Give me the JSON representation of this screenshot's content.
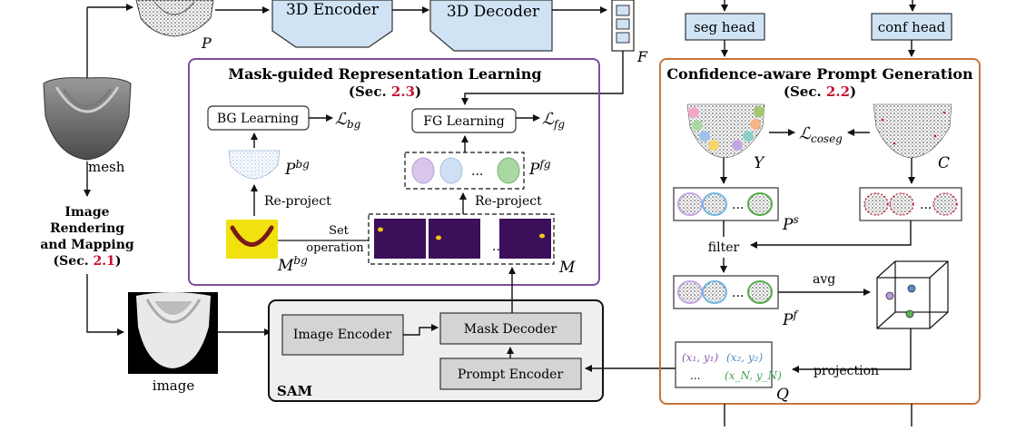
{
  "top": {
    "point_label": "P",
    "encoder": "3D Encoder",
    "decoder": "3D Decoder",
    "feature_label": "F",
    "seg_head": "seg head",
    "conf_head": "conf head"
  },
  "left": {
    "mesh_label": "mesh",
    "rendering_line1": "Image",
    "rendering_line2": "Rendering",
    "rendering_line3": "and Mapping",
    "rendering_sec_prefix": "(Sec. ",
    "rendering_sec_num": "2.1",
    "rendering_sec_suffix": ")",
    "image_label": "image"
  },
  "mask_panel": {
    "title": "Mask-guided Representation Learning",
    "sec_prefix": "(Sec. ",
    "sec_num": "2.3",
    "sec_suffix": ")",
    "bg_learning": "BG Learning",
    "loss_bg_main": "ℒ",
    "loss_bg_sub": "bg",
    "fg_learning": "FG Learning",
    "loss_fg_main": "ℒ",
    "loss_fg_sub": "fg",
    "p_bg_main": "P",
    "p_bg_sup": "bg",
    "p_fg_main": "P",
    "p_fg_sup": "fg",
    "reproject_left": "Re-project",
    "reproject_right": "Re-project",
    "set_line1": "Set",
    "set_line2": "operation",
    "m_bg_main": "M",
    "m_bg_sup": "bg",
    "m_label": "M",
    "dots": "..."
  },
  "sam": {
    "title": "SAM",
    "image_encoder": "Image Encoder",
    "mask_decoder": "Mask Decoder",
    "prompt_encoder": "Prompt Encoder"
  },
  "conf_panel": {
    "title": "Confidence-aware Prompt Generation",
    "sec_prefix": "(Sec. ",
    "sec_num": "2.2",
    "sec_suffix": ")",
    "loss_coseg_main": "ℒ",
    "loss_coseg_sub": "coseg",
    "y_label": "Y",
    "c_label": "C",
    "ps_main": "P",
    "ps_sup": "s",
    "pf_main": "P",
    "pf_sup": "f",
    "filter": "filter",
    "avg": "avg",
    "projection": "projection",
    "q_label": "Q",
    "coord1": "(x₁, y₁)",
    "coord2": "(x₂, y₂)",
    "coord_dots": "...",
    "coordN": "(x_N, y_N)",
    "dots": "..."
  },
  "colors": {
    "blue_fill": "#cfe3f5",
    "purple_border": "#7b4f9e",
    "orange_border": "#c5763c",
    "red_sec": "#c8102e",
    "mask_bg": "#3b0f5a",
    "mask_spot": "#f2c511",
    "mbg_bg": "#f1e20f",
    "mbg_teeth": "#7a1a1a"
  }
}
